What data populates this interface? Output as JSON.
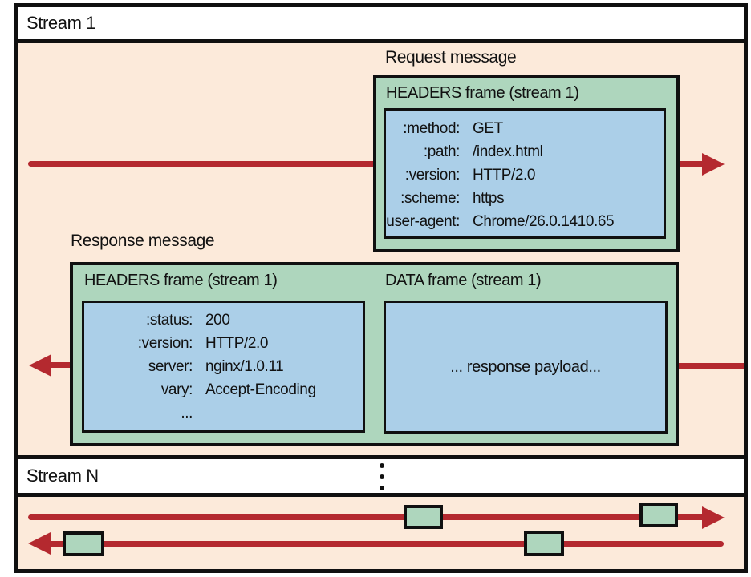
{
  "colors": {
    "background_peach": "#fceada",
    "frame_green": "#aed6bd",
    "payload_blue": "#abcfe8",
    "arrow_red": "#b4292f",
    "border_black": "#101010"
  },
  "stream1": {
    "title": "Stream 1",
    "request": {
      "label": "Request message",
      "frame_title": "HEADERS frame (stream 1)",
      "headers": [
        {
          "key": ":method:",
          "value": "GET"
        },
        {
          "key": ":path:",
          "value": "/index.html"
        },
        {
          "key": ":version:",
          "value": "HTTP/2.0"
        },
        {
          "key": ":scheme:",
          "value": "https"
        },
        {
          "key": "user-agent:",
          "value": "Chrome/26.0.1410.65"
        }
      ]
    },
    "response": {
      "label": "Response message",
      "headers_frame_title": "HEADERS frame (stream 1)",
      "data_frame_title": "DATA frame (stream 1)",
      "headers": [
        {
          "key": ":status:",
          "value": "200"
        },
        {
          "key": ":version:",
          "value": "HTTP/2.0"
        },
        {
          "key": "server:",
          "value": "nginx/1.0.11"
        },
        {
          "key": "vary:",
          "value": "Accept-Encoding"
        },
        {
          "key": "...",
          "value": ""
        }
      ],
      "data_payload": "... response payload..."
    }
  },
  "streamN": {
    "title": "Stream N"
  }
}
